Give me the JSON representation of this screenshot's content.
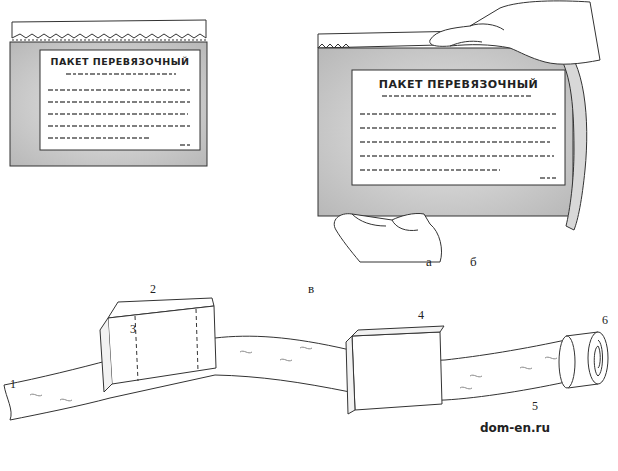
{
  "diagram": {
    "nodes": [
      {
        "text": [
          "ПАКЕТ ПЕРЕВЯЗОЧНЫЙ"
        ]
      },
      {
        "text": [
          "ПАКЕТ ПЕРЕВЯЗОЧНЫЙ"
        ]
      }
    ],
    "labels": [
      "а",
      "б",
      "в",
      "2",
      "4",
      "6",
      "1",
      "3",
      "5",
      "dom-en.ru"
    ]
  }
}
